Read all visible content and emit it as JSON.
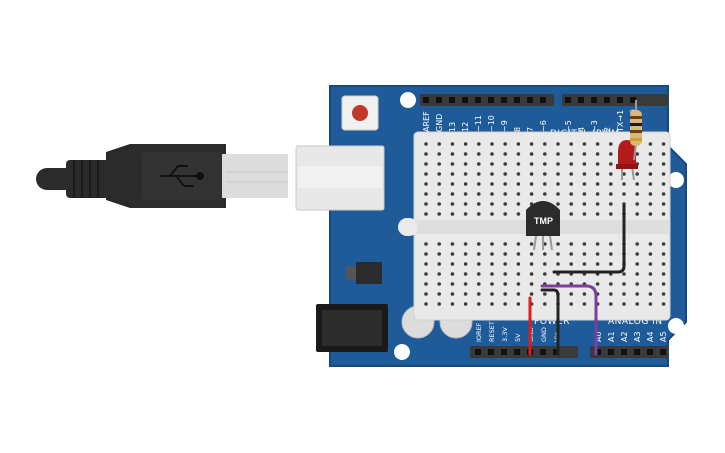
{
  "components": {
    "sensor_label": "TMP",
    "digital_label": "DIGITAL (PWM ~)",
    "power_label": "POWER",
    "analog_label": "ANALOG IN",
    "top_pins": [
      "AREF",
      "GND",
      "13",
      "12",
      "~11",
      "~10",
      "~9",
      "8",
      "7",
      "~6",
      "~5",
      "4",
      "~3",
      "2",
      "TX→1",
      "RX←0"
    ],
    "bottom_power_pins": [
      "IOREF",
      "RESET",
      "3.3V",
      "5V",
      "GND",
      "GND",
      "Vin"
    ],
    "bottom_analog_pins": [
      "A0",
      "A1",
      "A2",
      "A3",
      "A4",
      "A5"
    ]
  },
  "colors": {
    "board": "#1f5a99",
    "board_edge": "#17497f",
    "breadboard": "#e9e9e9",
    "header": "#3a3a3a",
    "usb_cable": "#2b2b2b",
    "led": "#b31b1b",
    "wire_red": "#e11b1b",
    "wire_black": "#222222",
    "wire_purple": "#7b3fa0",
    "reset_button": "#c0392b"
  }
}
